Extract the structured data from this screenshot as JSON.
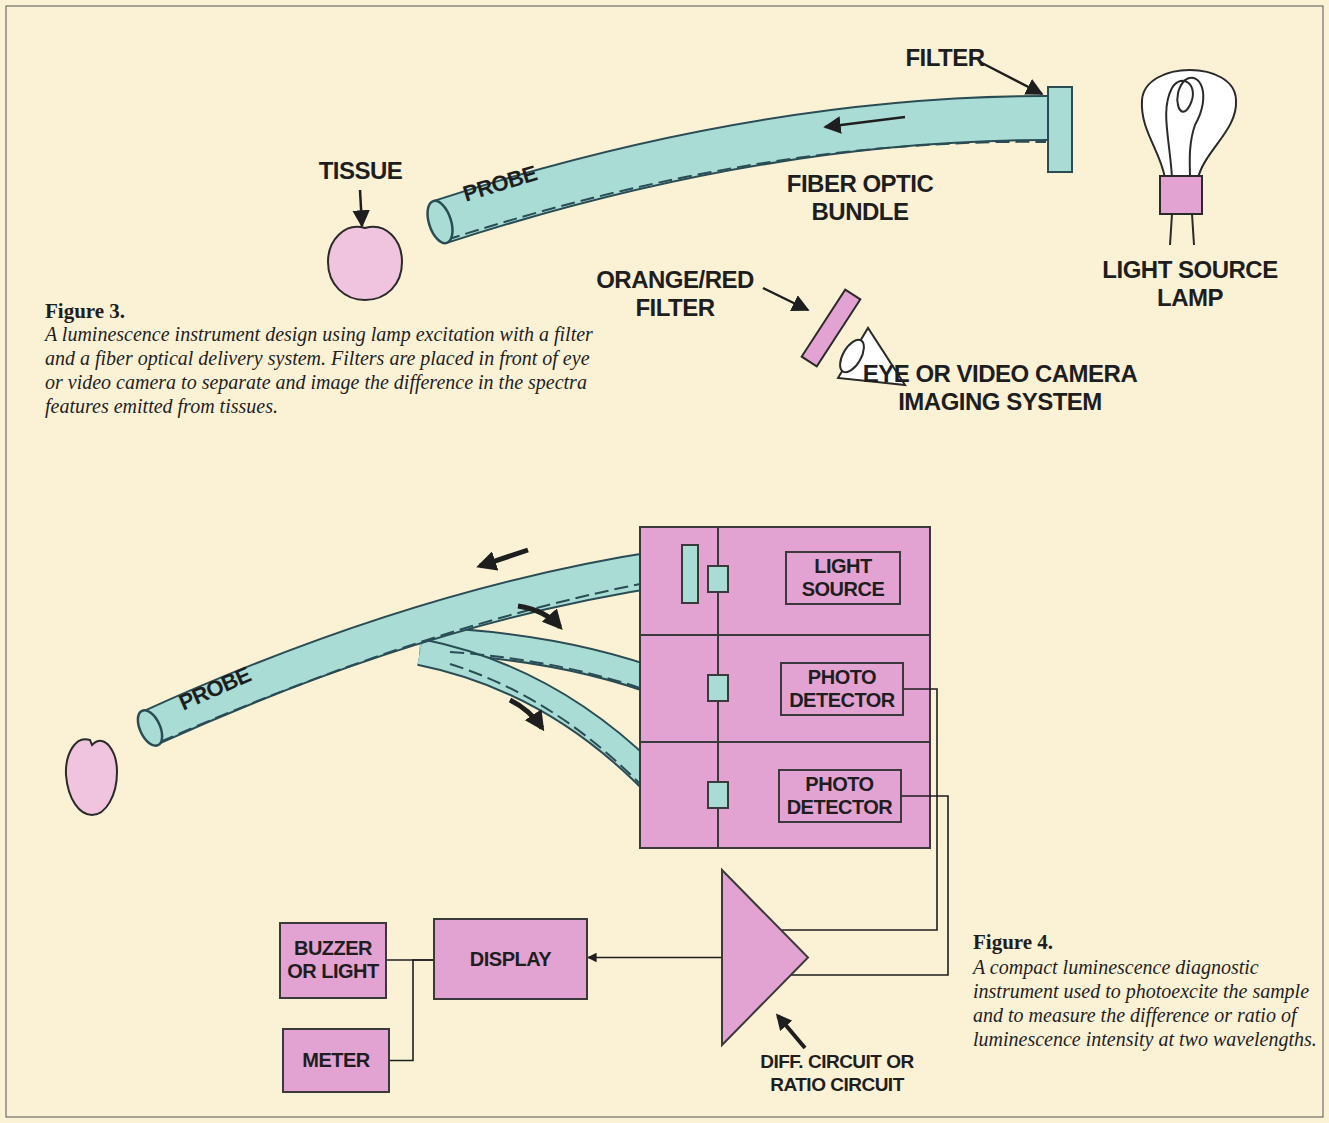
{
  "diagram": {
    "nodes": [
      {
        "text": [
          "LIGHT SOURCE"
        ]
      },
      {
        "text": [
          "PHOTO DETECTOR"
        ]
      },
      {
        "text": [
          "PHOTO DETECTOR"
        ]
      },
      {
        "text": [
          "DIFF. CIRCUIT OR RATIO CIRCUIT"
        ]
      },
      {
        "text": [
          "DISPLAY"
        ]
      },
      {
        "text": [
          "BUZZER OR LIGHT"
        ]
      },
      {
        "text": [
          "METER"
        ]
      }
    ],
    "edges": [
      {
        "from": 1,
        "to": 3,
        "arrow": "none"
      },
      {
        "from": 2,
        "to": 3,
        "arrow": "none"
      },
      {
        "from": 3,
        "to": 4,
        "arrow": "to"
      },
      {
        "from": 4,
        "to": 5,
        "arrow": "none"
      },
      {
        "from": 4,
        "to": 6,
        "arrow": "none"
      }
    ],
    "labels": [
      "FILTER",
      "FIBER OPTIC BUNDLE",
      "LIGHT SOURCE LAMP",
      "TISSUE",
      "PROBE",
      "ORANGE/RED FILTER",
      "EYE OR VIDEO CAMERA IMAGING SYSTEM",
      "Figure 3.",
      "A luminescence instrument design using lamp excitation with a filter and a fiber optical delivery system. Filters are placed in front of eye or video camera to separate and image the difference in the spectra features emitted from tissues.",
      "PROBE",
      "Figure 4.",
      "A compact luminescence diagnostic instrument used to photoexcite the sample and to measure the difference or ratio of luminescence intensity at two wavelengths."
    ]
  }
}
